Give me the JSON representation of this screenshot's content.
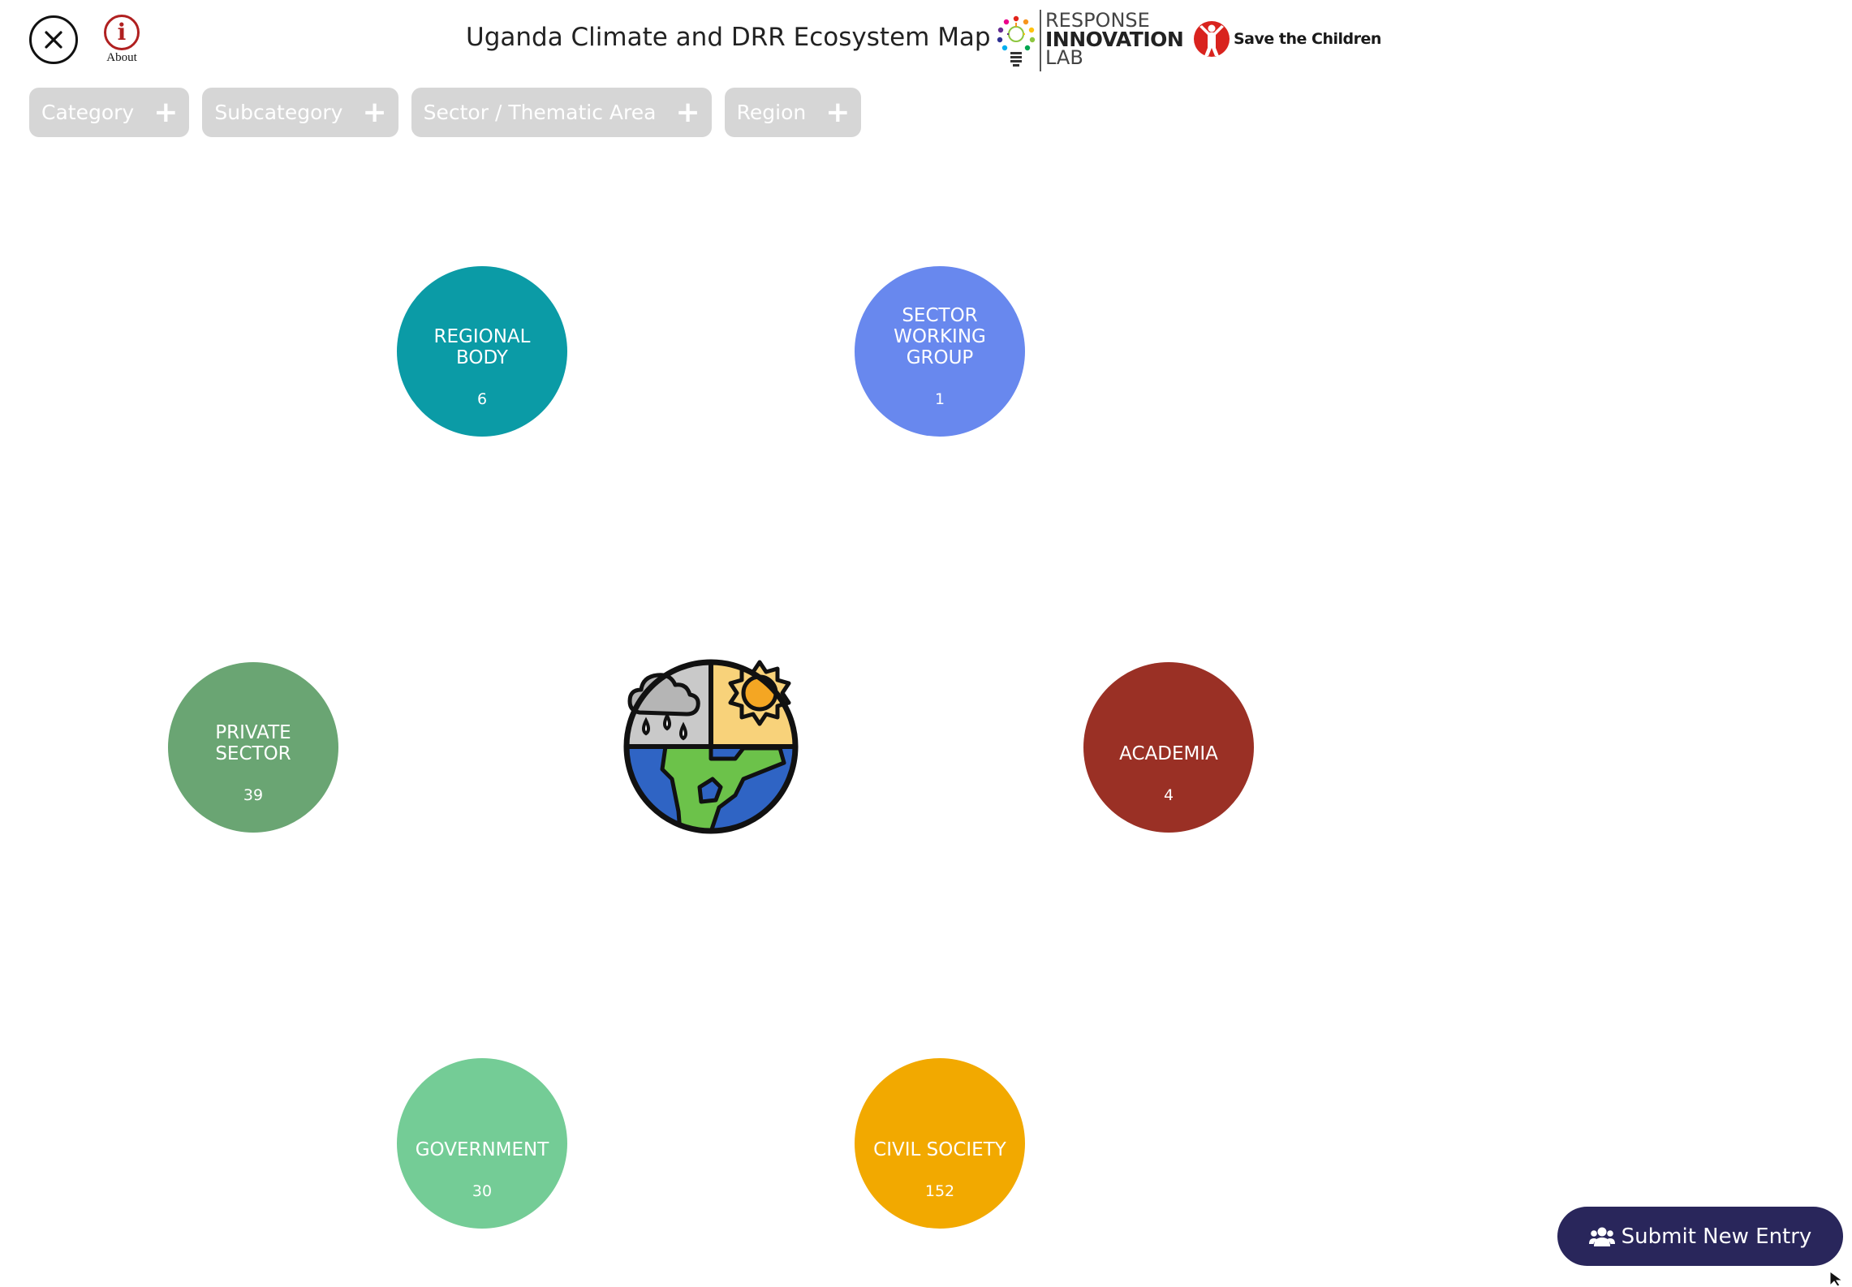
{
  "header": {
    "close_label": "",
    "about_label": "About",
    "about_icon_glyph": "i",
    "title": "Uganda Climate and DRR Ecosystem Map",
    "partner_logo_1": {
      "line1": "RESPONSE",
      "line2": "INNOVATION",
      "line3": "LAB"
    },
    "partner_logo_2": {
      "text": "Save the Children",
      "color": "#d9231e"
    }
  },
  "filters": [
    {
      "label": "Category"
    },
    {
      "label": "Subcategory"
    },
    {
      "label": "Sector / Thematic Area"
    },
    {
      "label": "Region"
    }
  ],
  "filter_plus_glyph": "+",
  "ecosystem": {
    "center_icon": "climate-globe-icon",
    "nodes": [
      {
        "label": "REGIONAL BODY",
        "count": "6",
        "color": "#0b9ba6"
      },
      {
        "label": "SECTOR WORKING GROUP",
        "count": "1",
        "color": "#6888ee"
      },
      {
        "label": "PRIVATE SECTOR",
        "count": "39",
        "color": "#6aa573"
      },
      {
        "label": "ACADEMIA",
        "count": "4",
        "color": "#9a3025"
      },
      {
        "label": "GOVERNMENT",
        "count": "30",
        "color": "#74cc96"
      },
      {
        "label": "CIVIL SOCIETY",
        "count": "152",
        "color": "#f2a900"
      }
    ]
  },
  "submit_button": {
    "label": "Submit New Entry",
    "icon": "users-icon",
    "color": "#29265b"
  }
}
